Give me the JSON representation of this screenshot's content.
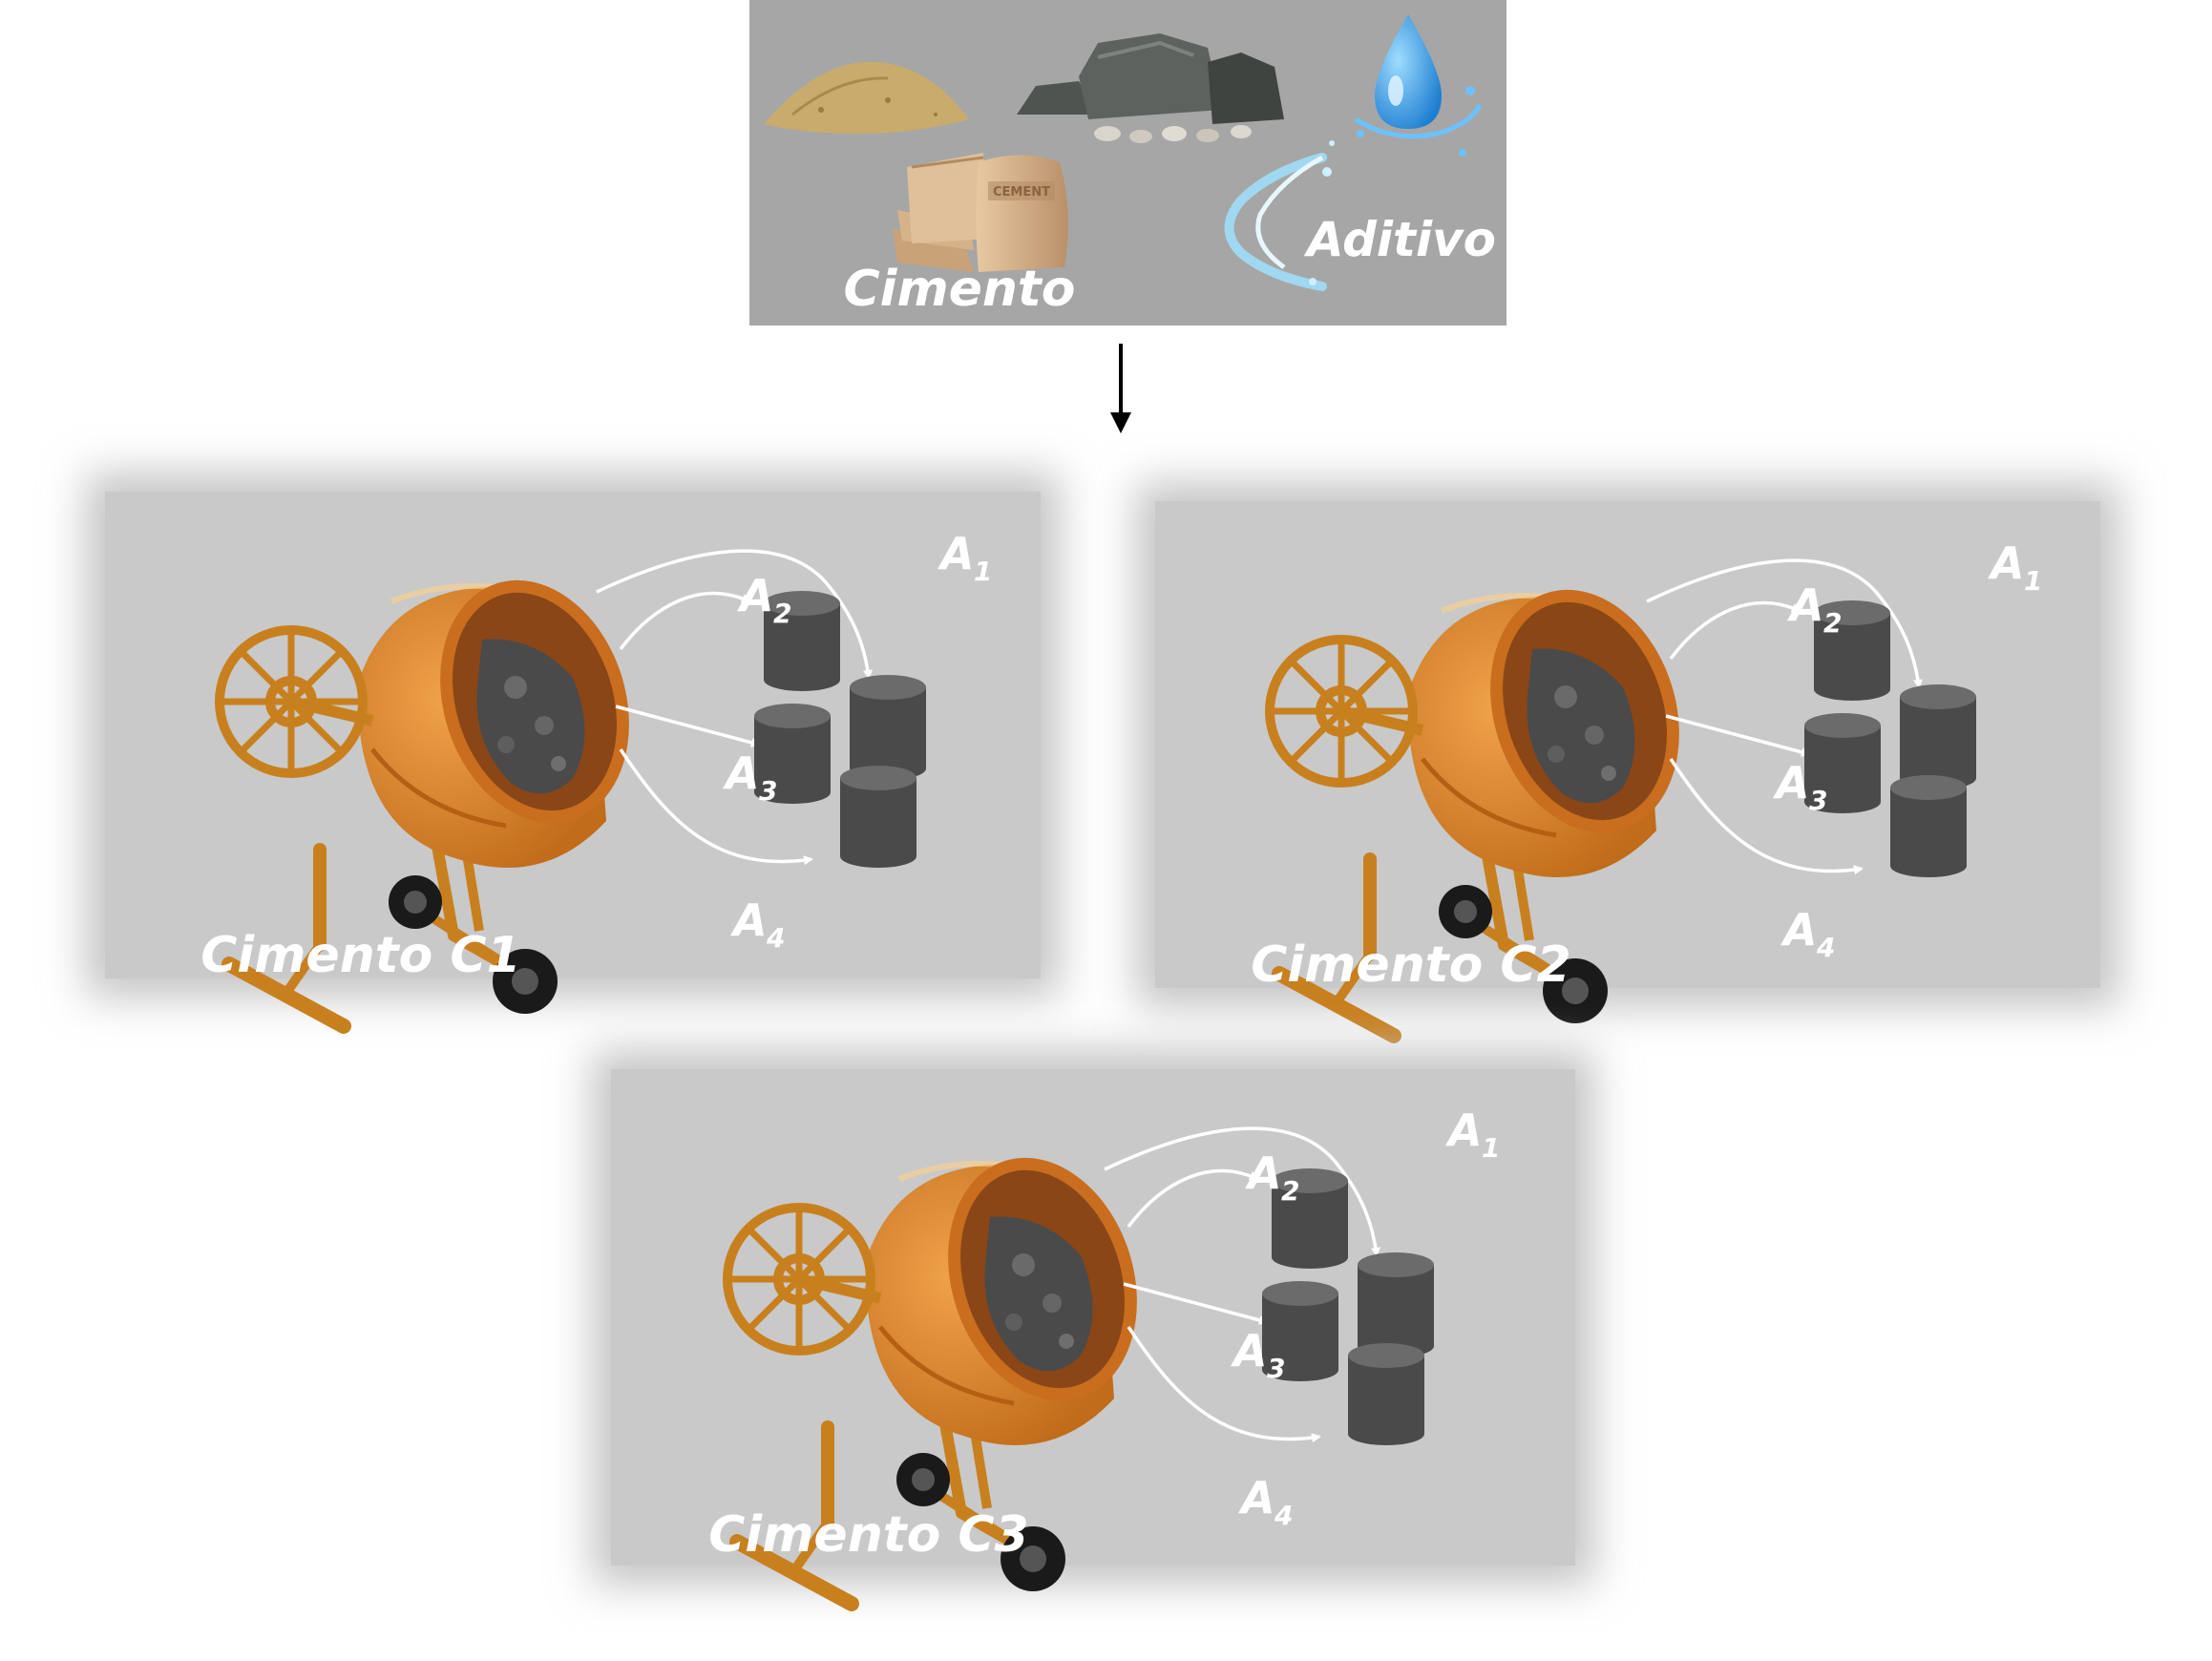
{
  "ingredients": {
    "cement_label": "Cimento",
    "additive_label": "Aditivo",
    "bag_text": "CEMENT",
    "icons": [
      "sand-icon",
      "rocks-icon",
      "water-drop-icon",
      "cement-bags-icon",
      "additive-splash-icon"
    ],
    "panel_color": "#a6a6a6"
  },
  "flow_arrow_icon": "down-arrow-icon",
  "mixers": [
    {
      "label": "Cimento C1",
      "samples": [
        "A1",
        "A2",
        "A3",
        "A4"
      ]
    },
    {
      "label": "Cimento C2",
      "samples": [
        "A1",
        "A2",
        "A3",
        "A4"
      ]
    },
    {
      "label": "Cimento C3",
      "samples": [
        "A1",
        "A2",
        "A3",
        "A4"
      ]
    }
  ],
  "sample_letter": "A",
  "sample_subscripts": [
    "1",
    "2",
    "3",
    "4"
  ],
  "colors": {
    "mixer_drum": "#d9822b",
    "mixer_frame": "#c8801e",
    "concrete": "#4d4d4d",
    "panel_bg": "#c4c4c4",
    "label": "#ffffff"
  }
}
